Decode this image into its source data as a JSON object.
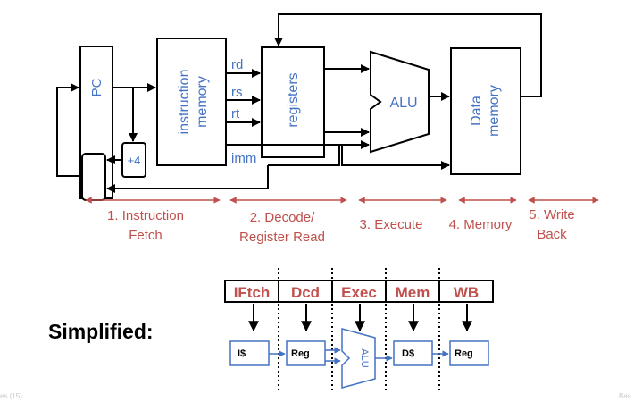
{
  "datapath": {
    "pc_label": "PC",
    "imem_label": [
      "instruction",
      "memory"
    ],
    "regs_label": "registers",
    "alu_label": "ALU",
    "dmem_label": [
      "Data",
      "memory"
    ],
    "plus4_label": "+4",
    "fields": [
      "rd",
      "rs",
      "rt",
      "imm"
    ]
  },
  "stages": [
    {
      "lines": [
        "1. Instruction",
        "Fetch"
      ]
    },
    {
      "lines": [
        "2. Decode/",
        "Register Read"
      ]
    },
    {
      "lines": [
        "3. Execute"
      ]
    },
    {
      "lines": [
        "4. Memory"
      ]
    },
    {
      "lines": [
        "5. Write",
        "Back"
      ]
    }
  ],
  "simplified": {
    "title": "Simplified:",
    "stage_names": [
      "IFtch",
      "Dcd",
      "Exec",
      "Mem",
      "WB"
    ],
    "units": [
      "I$",
      "Reg",
      "ALU",
      "D$",
      "Reg"
    ]
  },
  "footer": {
    "left": "es (15)",
    "right": "Bas"
  },
  "colors": {
    "blue": "#4472c4",
    "red": "#c0504d",
    "black": "#000000"
  }
}
